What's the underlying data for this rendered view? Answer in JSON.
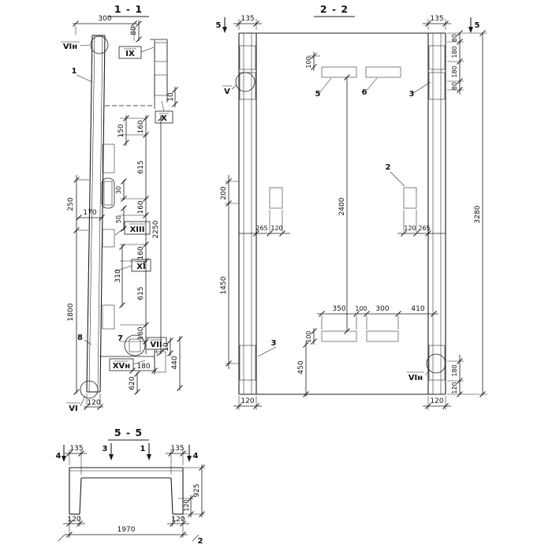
{
  "s11": {
    "title": "1 - 1",
    "labels": {
      "vin_top": "VIн",
      "ix": "IX",
      "part1": "1",
      "x": "X",
      "xiii": "XIII",
      "xi": "XI",
      "part8": "8",
      "part7": "7",
      "vii": "VII",
      "xvn": "XVн",
      "vi": "VI"
    },
    "dims": {
      "d300": "300",
      "d80": "80",
      "d10t": "10",
      "d150": "150",
      "d160a": "160",
      "d615a": "615",
      "d160b": "160",
      "d250": "250",
      "d170": "170",
      "d30": "30",
      "d50": "50",
      "d2250": "2250",
      "d160c": "160",
      "d615b": "615",
      "d160d": "160",
      "d310": "310",
      "d1800": "1800",
      "d10b": "10",
      "d180": "180",
      "d620": "620",
      "d440": "440",
      "d120": "120"
    }
  },
  "s22": {
    "title": "2 - 2",
    "labels": {
      "m5l": "5",
      "m5r": "5",
      "bar5": "5",
      "bar6": "6",
      "bar3t": "3",
      "bar2": "2",
      "bar3b": "3",
      "v": "V",
      "vin": "VIн"
    },
    "dims": {
      "d135l": "135",
      "d135r": "135",
      "d80t1": "80",
      "d180t1": "180",
      "d180t2": "180",
      "d80t2": "80",
      "d100t": "100",
      "d2400": "2400",
      "d3280": "3280",
      "d200": "200",
      "d1450": "1450",
      "d265l": "265",
      "d120l": "120",
      "d120r": "120",
      "d265r": "265",
      "d350": "350",
      "d100m": "100",
      "d300": "300",
      "d410": "410",
      "d100b": "100",
      "d450": "450",
      "d180cb": "180",
      "d120cb": "120",
      "d120ul": "120",
      "d120ur": "120"
    }
  },
  "s55": {
    "title": "5 - 5",
    "labels": {
      "m4l": "4",
      "m3": "3",
      "m1": "1",
      "m4r": "4",
      "m2": "2"
    },
    "dims": {
      "d135l": "135",
      "d135r": "135",
      "d120s": "120",
      "d925": "925",
      "d120bl": "120",
      "d1970": "1970",
      "d120br": "120"
    }
  }
}
